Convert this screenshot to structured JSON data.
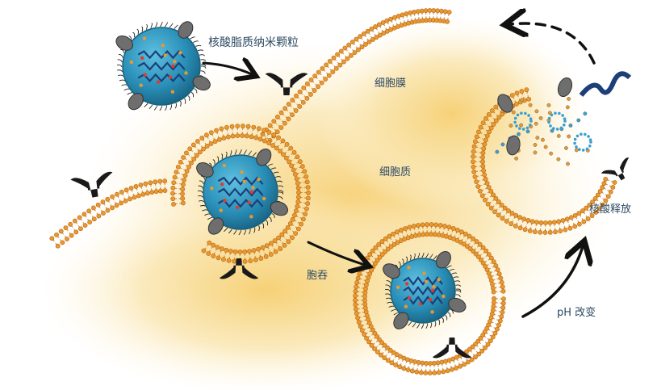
{
  "labels": {
    "lnp": "核酸脂质纳米颗粒",
    "cell_membrane": "细胞膜",
    "cytoplasm": "细胞质",
    "endocytosis": "胞吞",
    "ph_change": "pH 改变",
    "release": "核酸释放"
  },
  "colors": {
    "lipid_head": "#e8992f",
    "lipid_head_dark": "#b86512",
    "particle_core": "#2a8fb8",
    "particle_core_dark": "#17607f",
    "rna_helix": "#1c3f78",
    "cytoplasm_glow": "#f7d88a",
    "receptor": "#1a1a1a",
    "ligand_grey": "#6e6e6e",
    "label_text": "#2d4a63"
  },
  "icons": [
    "lipid-bilayer",
    "lipid-nanoparticle",
    "receptor-y-shape",
    "arrow-icon",
    "dashed-arrow-icon",
    "rna-helix-icon"
  ]
}
